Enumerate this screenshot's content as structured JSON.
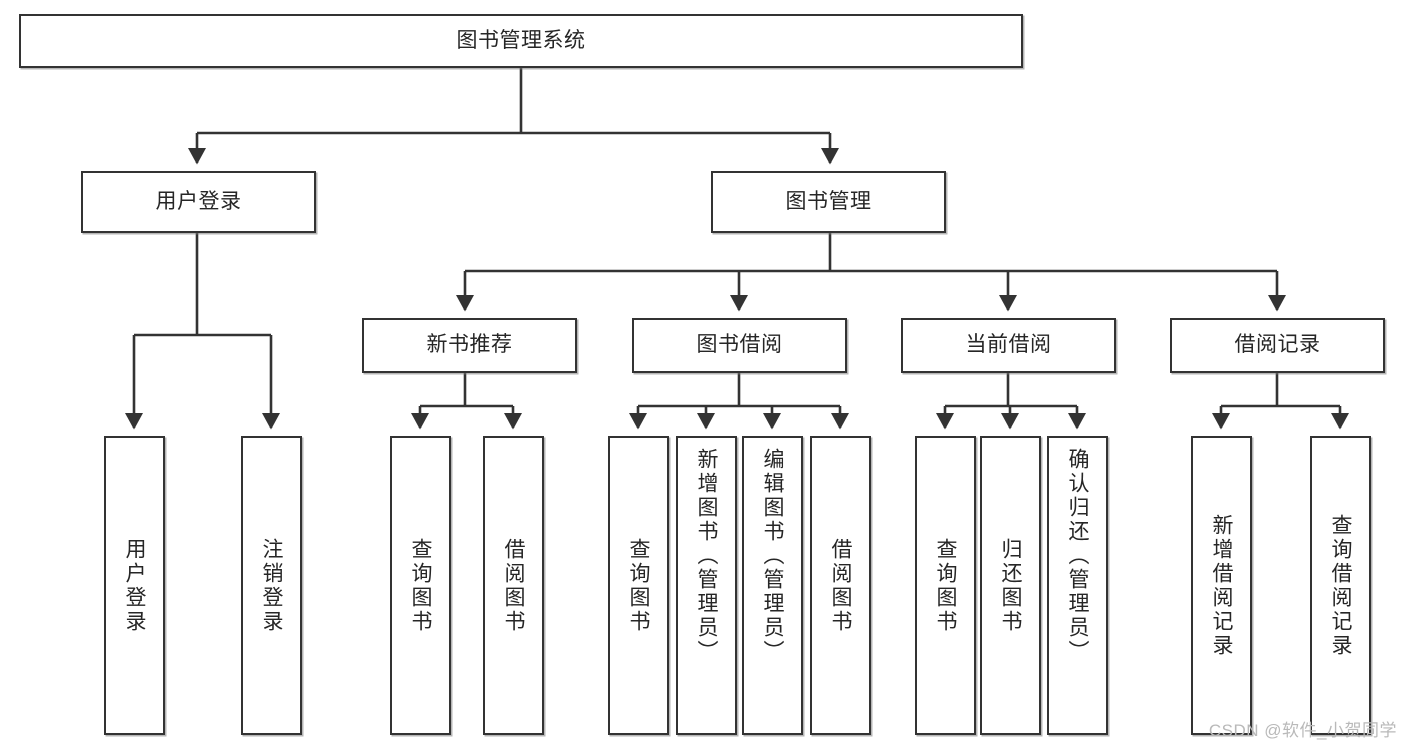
{
  "diagram": {
    "type": "tree-hierarchy",
    "title": "图书管理系统",
    "line_color": "#333333",
    "text_color": "#262626",
    "background_color": "#ffffff",
    "watermark": "CSDN @软件_小贺同学",
    "root": {
      "id": "root",
      "label": "图书管理系统"
    },
    "level2": [
      {
        "id": "user-login",
        "label": "用户登录"
      },
      {
        "id": "book-manage",
        "label": "图书管理"
      }
    ],
    "level3": [
      {
        "id": "new-book-recommend",
        "label": "新书推荐"
      },
      {
        "id": "book-borrow",
        "label": "图书借阅"
      },
      {
        "id": "current-borrow",
        "label": "当前借阅"
      },
      {
        "id": "borrow-record",
        "label": "借阅记录"
      }
    ],
    "leaves": {
      "user_login": [
        {
          "id": "leaf-user-login",
          "label": "用户登录"
        },
        {
          "id": "leaf-logout-login",
          "label": "注销登录"
        }
      ],
      "new_book_recommend": [
        {
          "id": "leaf-query-book-1",
          "label": "查询图书"
        },
        {
          "id": "leaf-borrow-book-1",
          "label": "借阅图书"
        }
      ],
      "book_borrow": [
        {
          "id": "leaf-query-book-2",
          "label": "查询图书"
        },
        {
          "id": "leaf-add-book-admin",
          "label": "新增图书（管理员）"
        },
        {
          "id": "leaf-edit-book-admin",
          "label": "编辑图书（管理员）"
        },
        {
          "id": "leaf-borrow-book-2",
          "label": "借阅图书"
        }
      ],
      "current_borrow": [
        {
          "id": "leaf-query-book-3",
          "label": "查询图书"
        },
        {
          "id": "leaf-return-book",
          "label": "归还图书"
        },
        {
          "id": "leaf-confirm-return-admin",
          "label": "确认归还（管理员）"
        }
      ],
      "borrow_record": [
        {
          "id": "leaf-add-borrow-record",
          "label": "新增借阅记录"
        },
        {
          "id": "leaf-query-borrow-record",
          "label": "查询借阅记录"
        }
      ]
    }
  }
}
